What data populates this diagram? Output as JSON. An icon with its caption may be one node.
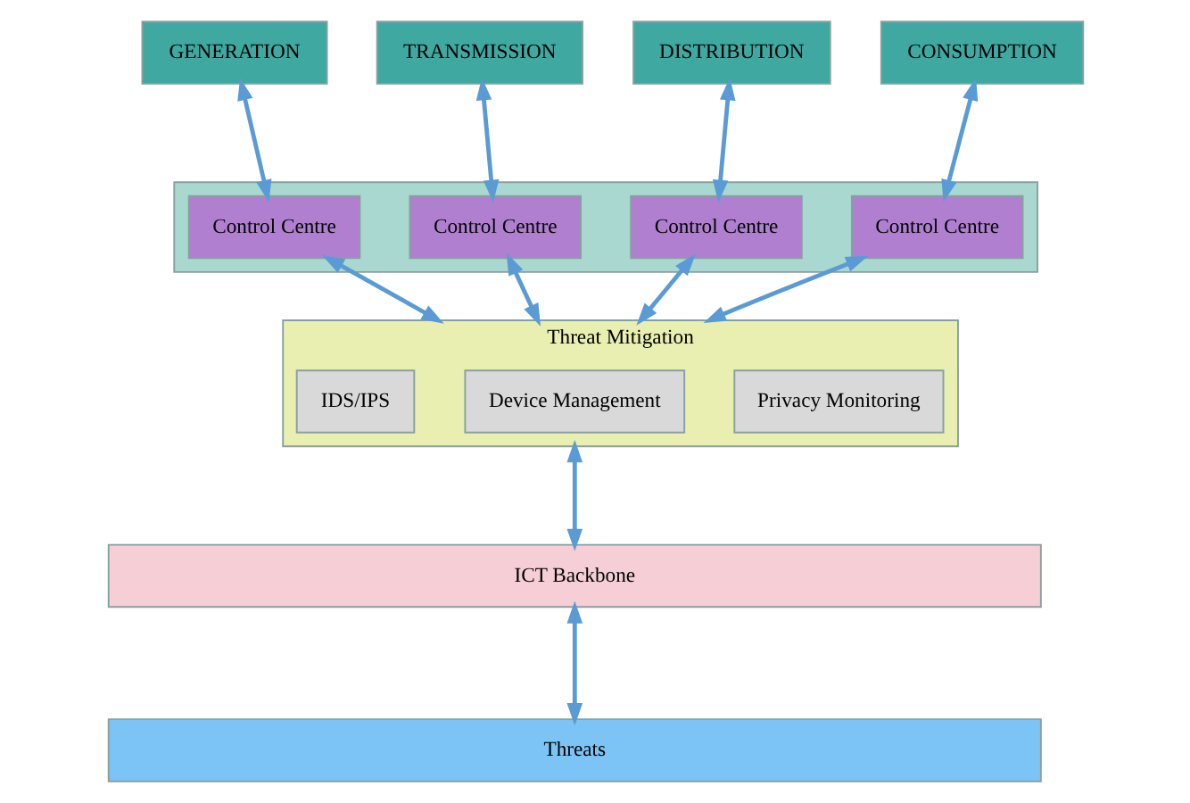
{
  "diagram": {
    "nodes": [
      {
        "text": [
          "GENERATION"
        ]
      },
      {
        "text": [
          "TRANSMISSION"
        ]
      },
      {
        "text": [
          "DISTRIBUTION"
        ]
      },
      {
        "text": [
          "CONSUMPTION"
        ]
      },
      {
        "text": [],
        "shape": "box"
      },
      {
        "text": [
          "Control Centre"
        ],
        "in": 4
      },
      {
        "text": [
          "Control Centre"
        ],
        "in": 4
      },
      {
        "text": [
          "Control Centre"
        ],
        "in": 4
      },
      {
        "text": [
          "Control Centre"
        ],
        "in": 4
      },
      {
        "text": [
          "Threat Mitigation"
        ]
      },
      {
        "text": [
          "IDS/IPS"
        ],
        "in": 9
      },
      {
        "text": [
          "Device Management"
        ],
        "in": 9
      },
      {
        "text": [
          "Privacy Monitoring"
        ],
        "in": 9
      },
      {
        "text": [
          "ICT Backbone"
        ]
      },
      {
        "text": [
          "Threats"
        ]
      }
    ],
    "edges": [
      {
        "from": 0,
        "to": 5,
        "arrow": "both"
      },
      {
        "from": 1,
        "to": 6,
        "arrow": "both"
      },
      {
        "from": 2,
        "to": 7,
        "arrow": "both"
      },
      {
        "from": 3,
        "to": 8,
        "arrow": "both"
      },
      {
        "from": 5,
        "to": 9,
        "arrow": "both"
      },
      {
        "from": 6,
        "to": 9,
        "arrow": "both"
      },
      {
        "from": 7,
        "to": 9,
        "arrow": "both"
      },
      {
        "from": 8,
        "to": 9,
        "arrow": "both"
      },
      {
        "from": 9,
        "to": 13,
        "arrow": "both"
      },
      {
        "from": 13,
        "to": 14,
        "arrow": "both"
      }
    ]
  }
}
